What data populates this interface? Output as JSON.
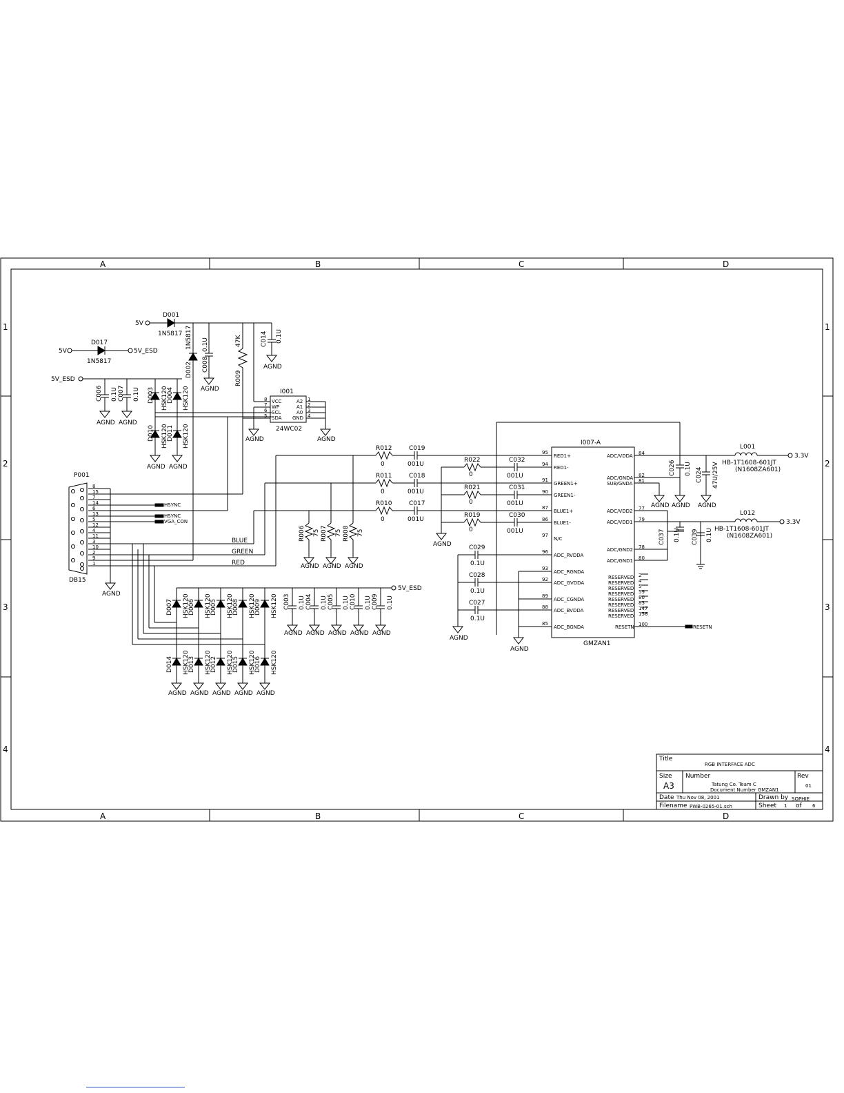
{
  "frame": {
    "columns": [
      "A",
      "B",
      "C",
      "D"
    ],
    "rows": [
      "1",
      "2",
      "3",
      "4"
    ]
  },
  "power": {
    "d001": {
      "net": "5V",
      "ref": "D001",
      "part": "1N5817"
    },
    "d017": {
      "in": "5V",
      "out": "5V_ESD",
      "ref": "D017",
      "part": "1N5817"
    },
    "d002": {
      "ref": "D002",
      "part": "1N5817"
    },
    "c008": {
      "ref": "C008",
      "value": "0.1U"
    },
    "r009": {
      "ref": "R009",
      "value": "47K"
    },
    "c014": {
      "ref": "C014",
      "value": "0.1U"
    },
    "esd_net": "5V_ESD",
    "c006": {
      "ref": "C006",
      "value": "0.1U"
    },
    "c007": {
      "ref": "C007",
      "value": "0.1U"
    },
    "gnd": "AGND"
  },
  "hsk_top": [
    {
      "ref": "D003",
      "part": "HSK120"
    },
    {
      "ref": "D004",
      "part": "HSK120"
    },
    {
      "ref": "D010",
      "part": "HSK120"
    },
    {
      "ref": "D011",
      "part": "HSK120"
    }
  ],
  "eeprom": {
    "ref": "I001",
    "part": "24WC02",
    "left_pins": [
      {
        "num": "8",
        "name": "VCC"
      },
      {
        "num": "7",
        "name": "WP"
      },
      {
        "num": "6",
        "name": "SCL"
      },
      {
        "num": "5",
        "name": "SDA"
      }
    ],
    "right_pins": [
      {
        "num": "1",
        "name": "A2"
      },
      {
        "num": "2",
        "name": "A1"
      },
      {
        "num": "3",
        "name": "A0"
      },
      {
        "num": "4",
        "name": "GND"
      }
    ]
  },
  "connector": {
    "ref": "P001",
    "part": "DB15",
    "pins": [
      "8",
      "15",
      "7",
      "14",
      "6",
      "13",
      "5",
      "12",
      "4",
      "11",
      "3",
      "10",
      "2",
      "9",
      "1"
    ],
    "nets": [
      "HSYNC",
      "HSYNC",
      "VGA_CON"
    ],
    "signals": [
      "BLUE",
      "GREEN",
      "RED"
    ]
  },
  "series": [
    {
      "r": "R012",
      "rv": "0",
      "c": "C019",
      "cv": "001U"
    },
    {
      "r": "R011",
      "rv": "0",
      "c": "C018",
      "cv": "001U"
    },
    {
      "r": "R010",
      "rv": "0",
      "c": "C017",
      "cv": "001U"
    }
  ],
  "terminations": [
    {
      "ref": "R006",
      "value": "75"
    },
    {
      "ref": "R007",
      "value": "75"
    },
    {
      "ref": "R008",
      "value": "75"
    }
  ],
  "minus_inputs": [
    {
      "r": "R022",
      "rv": "0",
      "c": "C032",
      "cv": "001U"
    },
    {
      "r": "R021",
      "rv": "0",
      "c": "C031",
      "cv": "001U"
    },
    {
      "r": "R019",
      "rv": "0",
      "c": "C030",
      "cv": "001U"
    }
  ],
  "decoupling_left": [
    {
      "ref": "C029",
      "value": "0.1U"
    },
    {
      "ref": "C028",
      "value": "0.1U"
    },
    {
      "ref": "C027",
      "value": "0.1U"
    }
  ],
  "adc": {
    "ref": "I007-A",
    "part": "GMZAN1",
    "left_pins": [
      {
        "num": "95",
        "name": "RED1+"
      },
      {
        "num": "94",
        "name": "RED1-"
      },
      {
        "num": "91",
        "name": "GREEN1+"
      },
      {
        "num": "90",
        "name": "GREEN1-"
      },
      {
        "num": "87",
        "name": "BLUE1+"
      },
      {
        "num": "86",
        "name": "BLUE1-"
      },
      {
        "num": "97",
        "name": "N/C"
      },
      {
        "num": "96",
        "name": "ADC_RVDDA"
      },
      {
        "num": "93",
        "name": "ADC_RGNDA"
      },
      {
        "num": "92",
        "name": "ADC_GVDDA"
      },
      {
        "num": "89",
        "name": "ADC_CGNDA"
      },
      {
        "num": "88",
        "name": "ADC_BVDDA"
      },
      {
        "num": "85",
        "name": "ADC_BGNDA"
      }
    ],
    "right_pins": [
      {
        "num": "84",
        "name": "ADC/VDDA"
      },
      {
        "num": "82",
        "name": "ADC/GNDA"
      },
      {
        "num": "81",
        "name": "SUB/GNDA"
      },
      {
        "num": "77",
        "name": "ADC/VDD2"
      },
      {
        "num": "79",
        "name": "ADC/VDD1"
      },
      {
        "num": "78",
        "name": "ADC/GND2"
      },
      {
        "num": "80",
        "name": "ADC/GND1"
      }
    ],
    "reserved": [
      {
        "num": "2",
        "name": "RESERVED"
      },
      {
        "num": "4",
        "name": "RESERVED"
      },
      {
        "num": "5",
        "name": "RESERVED"
      },
      {
        "num": "59",
        "name": "RESERVED"
      },
      {
        "num": "80",
        "name": "RESERVED"
      },
      {
        "num": "83",
        "name": "RESERVED"
      },
      {
        "num": "147",
        "name": "RESERVED"
      },
      {
        "num": "158",
        "name": "RESERVED"
      }
    ],
    "reset": {
      "num": "100",
      "name": "RESETN",
      "net": "RESETN"
    }
  },
  "right_side": {
    "c026": {
      "ref": "C026",
      "value": "0.1U"
    },
    "c024": {
      "ref": "C024",
      "value": "47U/25V"
    },
    "c037": {
      "ref": "C037",
      "value": "0.1U"
    },
    "c039": {
      "ref": "C039",
      "value": "0.1U"
    },
    "l001": {
      "ref": "L001",
      "part": "HB-1T1608-601JT",
      "alt": "(N1608ZA601)",
      "net": "3.3V"
    },
    "l012": {
      "ref": "L012",
      "part": "HB-1T1608-601JT",
      "alt": "(N1608ZA601)",
      "net": "3.3V"
    }
  },
  "hsk_bottom": [
    {
      "ref": "D007",
      "part": "HSK120"
    },
    {
      "ref": "D006",
      "part": "HSK120"
    },
    {
      "ref": "D005",
      "part": "HSK120"
    },
    {
      "ref": "D008",
      "part": "HSK120"
    },
    {
      "ref": "D009",
      "part": "HSK120"
    },
    {
      "ref": "D014",
      "part": "HSK120"
    },
    {
      "ref": "D013",
      "part": "HSK120"
    },
    {
      "ref": "D012",
      "part": "HSK120"
    },
    {
      "ref": "D015",
      "part": "HSK120"
    },
    {
      "ref": "D016",
      "part": "HSK120"
    }
  ],
  "bottom_caps": [
    {
      "ref": "C003",
      "value": "0.1U"
    },
    {
      "ref": "C004",
      "value": "0.1U"
    },
    {
      "ref": "C005",
      "value": "0.1U"
    },
    {
      "ref": "C010",
      "value": "0.1U"
    },
    {
      "ref": "C009",
      "value": "0.1U"
    }
  ],
  "title_block": {
    "title_label": "Title",
    "title": "RGB INTERFACE ADC",
    "size_label": "Size",
    "size": "A3",
    "number_label": "Number",
    "company": "Tatung Co. Team C",
    "doc_number": "Document Number GMZAN1",
    "rev_label": "Rev",
    "rev": "01",
    "date_label": "Date",
    "date": "Thu Nov 08, 2001",
    "drawn_label": "Drawn by",
    "drawn": "SOPHIE",
    "filename_label": "Filename",
    "filename": "PWB-0265-01.sch",
    "sheet_label": "Sheet",
    "sheet": "1",
    "of_label": "of",
    "sheets": "6"
  }
}
